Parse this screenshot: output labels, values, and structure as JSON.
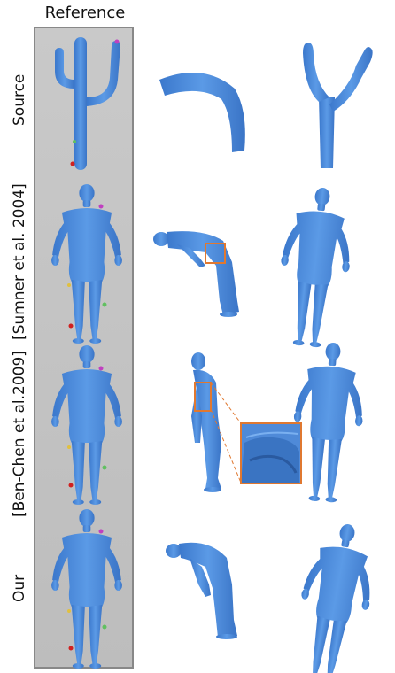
{
  "header": {
    "reference": "Reference"
  },
  "rows": [
    {
      "label": "Source"
    },
    {
      "label": "[Sumner et al. 2004]"
    },
    {
      "label": "[Ben-Chen et al.2009]"
    },
    {
      "label": "Our"
    }
  ],
  "colors": {
    "mesh": "#4a88d8",
    "highlight": "#e07830",
    "panel": "#c4c4c4"
  }
}
